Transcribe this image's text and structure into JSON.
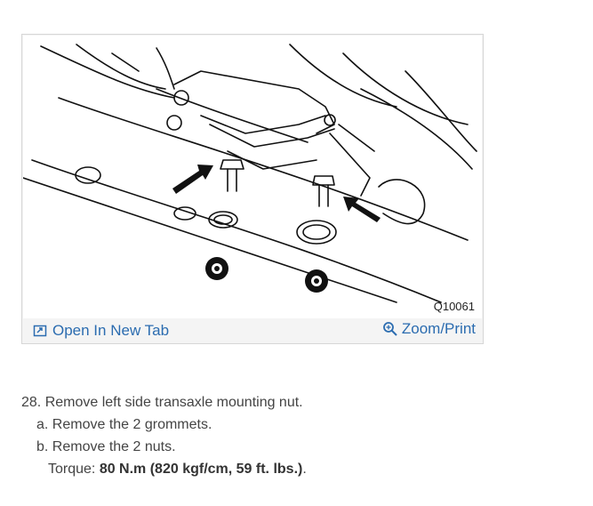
{
  "figure": {
    "id_label": "Q10061",
    "open_label": "Open In New Tab",
    "zoom_label": "Zoom/Print",
    "icons": {
      "open": "open-in-new-tab-icon",
      "zoom": "magnifier-icon"
    }
  },
  "instructions": {
    "step": "28. Remove left side transaxle mounting nut.",
    "substeps": [
      "a. Remove the 2 grommets.",
      "b. Remove the 2 nuts."
    ],
    "torque_label": "Torque: ",
    "torque_value": "80 N.m (820 kgf/cm, 59 ft. lbs.)",
    "torque_suffix": "."
  },
  "colors": {
    "link": "#2b6cb0",
    "text": "#444444",
    "border": "#d6d6d6"
  }
}
